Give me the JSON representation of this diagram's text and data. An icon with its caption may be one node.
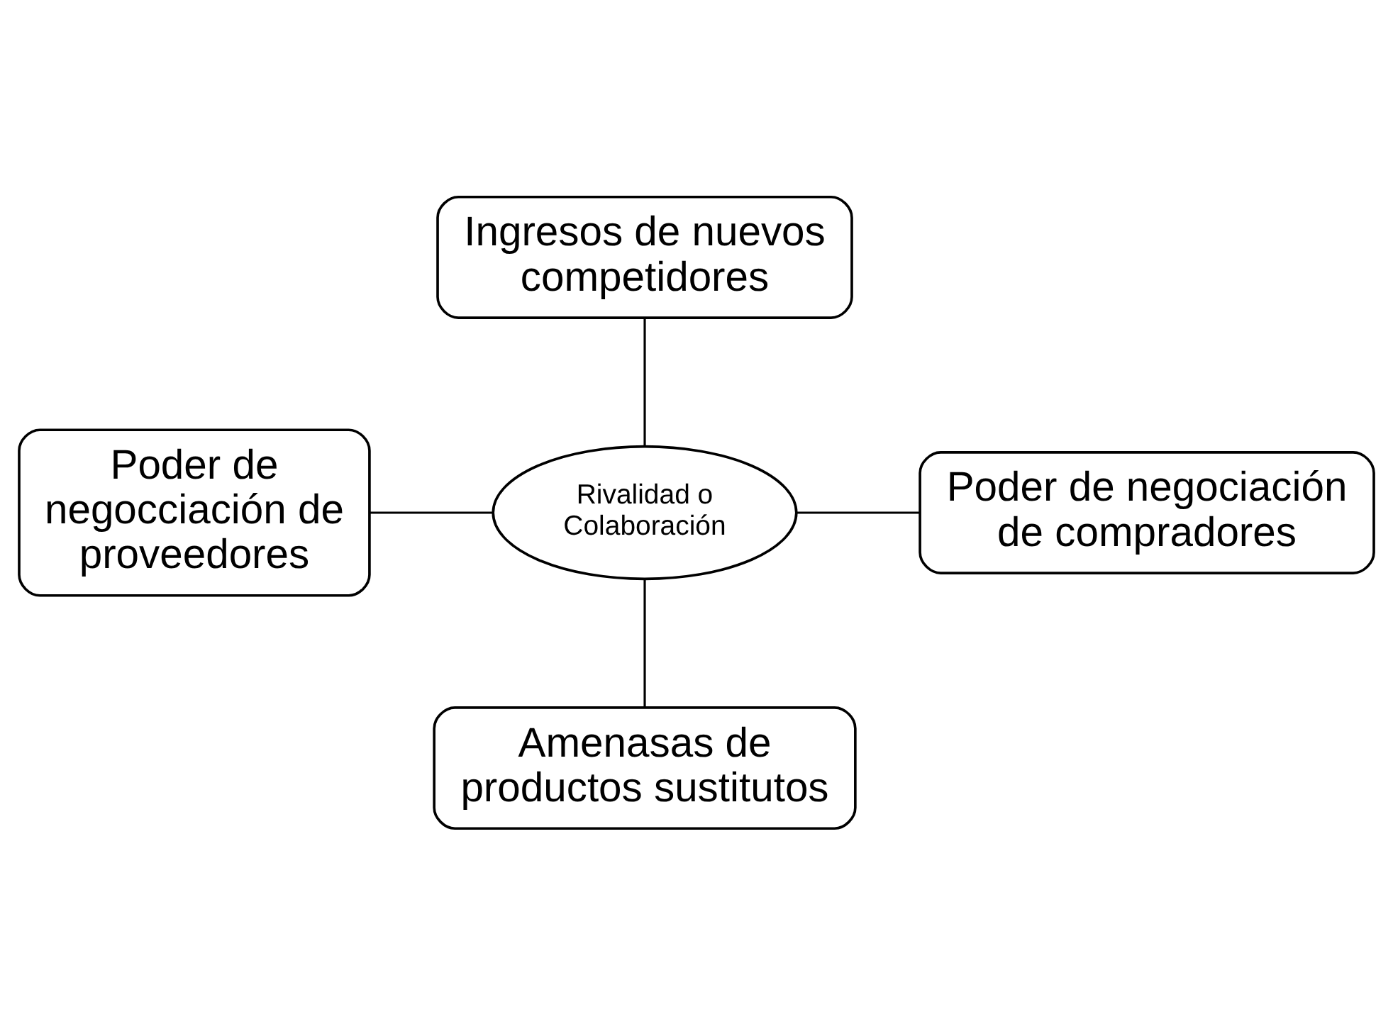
{
  "diagram": {
    "nodes": [
      {
        "text": [
          "Ingresos de nuevos competidores"
        ]
      },
      {
        "text": [
          "Poder de negocciación de proveedores"
        ]
      },
      {
        "text": [
          "Rivalidad o Colaboración"
        ]
      },
      {
        "text": [
          "Poder de negociación de compradores"
        ]
      },
      {
        "text": [
          "Amenasas de productos sustitutos"
        ]
      }
    ],
    "edges": [
      {
        "from": 0,
        "to": 2,
        "arrow": "none"
      },
      {
        "from": 1,
        "to": 2,
        "arrow": "none"
      },
      {
        "from": 2,
        "to": 3,
        "arrow": "none"
      },
      {
        "from": 2,
        "to": 4,
        "arrow": "none"
      }
    ]
  }
}
